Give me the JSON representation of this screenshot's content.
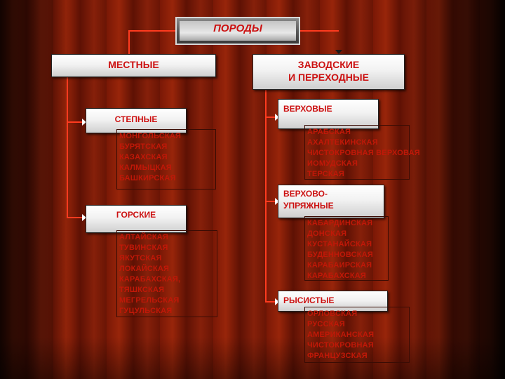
{
  "title": "ПОРОДЫ",
  "local": {
    "label": "МЕСТНЫЕ",
    "groups": [
      {
        "label": "СТЕПНЫЕ",
        "items": [
          "МОНГОЛЬСКАЯ",
          "БУРЯТСКАЯ",
          "КАЗАХСКАЯ",
          "КАЛМЫЦКАЯ",
          "БАШКИРСКАЯ"
        ]
      },
      {
        "label": "ГОРСКИЕ",
        "items": [
          "АЛТАЙСКАЯ",
          "ТУВИНСКАЯ",
          "ЯКУТСКАЯ",
          "ЛОКАЙСКАЯ",
          "КАРАБАХСКАЯ,",
          "ТЯШКСКАЯ",
          "МЕГРЕЛЬСКАЯ",
          "ГУЦУЛЬСКАЯ"
        ]
      }
    ]
  },
  "factory": {
    "label_line1": "ЗАВОДСКИЕ",
    "label_line2": "И ПЕРЕХОДНЫЕ",
    "groups": [
      {
        "label": "ВЕРХОВЫЕ",
        "items": [
          "АРАБСКАЯ",
          "АХАЛТЕКИНСКАЯ",
          "ЧИСТОКРОВНАЯ ВЕРХОВАЯ",
          "ИОМУДСКАЯ",
          "ТЕРСКАЯ"
        ]
      },
      {
        "label_line1": "ВЕРХОВО-",
        "label_line2": "УПРЯЖНЫЕ",
        "items": [
          "КАБАРДИНСКАЯ",
          "ДОНСКАЯ",
          "КУСТАНАЙСКАЯ",
          "БУДЕННОВСКАЯ",
          "КАРАБАИРСКАЯ",
          "КАРАБАХСКАЯ"
        ]
      },
      {
        "label": "РЫСИСТЫЕ",
        "items": [
          "ОРЛОВСКАЯ",
          "РУССКАЯ",
          "АМЕРИКАНСКАЯ",
          "ЧИСТОКРОВНАЯ",
          "ФРАНЦУЗСКАЯ"
        ]
      }
    ]
  },
  "colors": {
    "accent": "#cc1010",
    "connector": "#ff3b1f",
    "curtain": "#7a1806"
  }
}
